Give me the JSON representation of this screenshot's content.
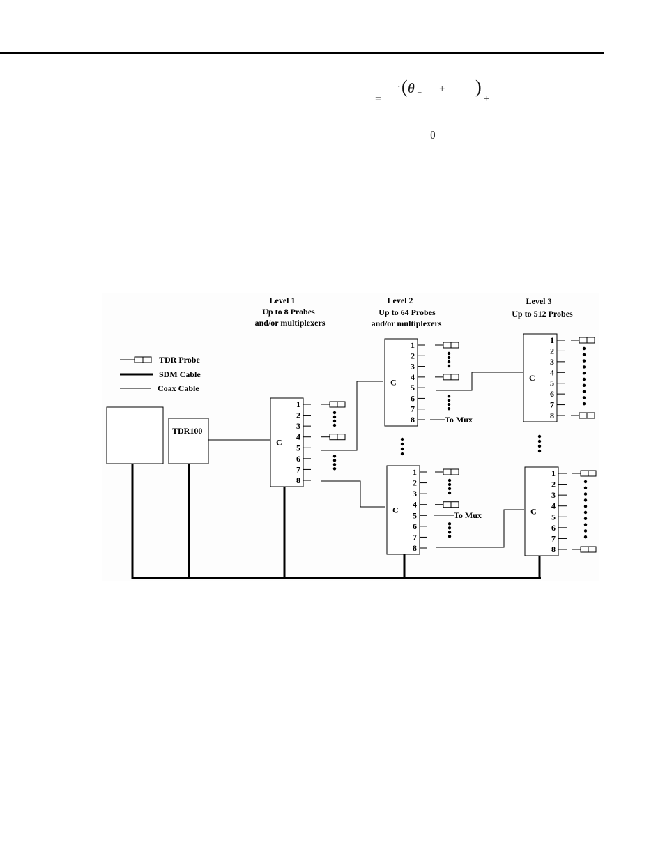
{
  "equation": {
    "equals": "=",
    "dot": "·",
    "lparen": "(",
    "theta": "θ",
    "subscript": "–",
    "plus_inner": "+",
    "rparen": ")",
    "plus_outer": "+",
    "theta_symbol": "θ"
  },
  "diagram": {
    "legend": {
      "tdr_probe": "TDR Probe",
      "sdm_cable": "SDM Cable",
      "coax_cable": "Coax Cable"
    },
    "levels": [
      {
        "title": "Level 1",
        "line2": "Up to 8 Probes",
        "line3": "and/or multiplexers"
      },
      {
        "title": "Level 2",
        "line2": "Up to 64 Probes",
        "line3": "and/or multiplexers"
      },
      {
        "title": "Level 3",
        "line2": "Up to 512 Probes"
      }
    ],
    "tdr100_label": "TDR100",
    "common_label": "C",
    "channels": [
      "1",
      "2",
      "3",
      "4",
      "5",
      "6",
      "7",
      "8"
    ],
    "to_mux_label": "To Mux"
  }
}
